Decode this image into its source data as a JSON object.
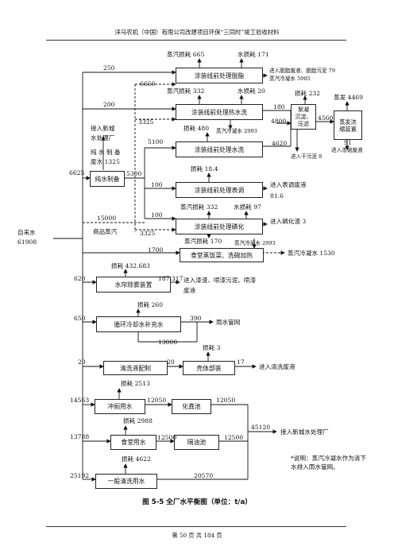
{
  "header": "洋马农机（中国）有限公司改建项目环保“三同时”竣工验收材料",
  "caption": "图 5-5  全厂水平衡图（单位：t/a）",
  "footer": "第  50  页  共  184  页",
  "source": {
    "label": "自来水",
    "value": "61908"
  },
  "boxes": {
    "degrease": "涂装线前处理脱脂",
    "hotwash": "涂装线前处理热水洗",
    "waterwash": "涂装线前处理水洗",
    "surface": "涂装线前处理表调",
    "phosphate": "涂装线前处理磷化",
    "canteen_steam": "食堂蒸饭菜、洗碗加热",
    "pure": "纯水制备",
    "coagulate": "絮凝\n沉淀、\n压滤",
    "evaporate": "蒸发浓\n缩装置",
    "paint_mist": "水帘除雾装置",
    "cooling": "循环冷却水补充水",
    "cleaner": "清洗液配制",
    "shell": "壳体部装",
    "toilet": "冲厕用水",
    "septic": "化粪池",
    "canteen_water": "食堂用水",
    "grease_trap": "隔油池",
    "general_clean": "一般清洗用水"
  },
  "labels": {
    "l250": "250",
    "l200": "200",
    "l6650": "6650",
    "l3325a": "3325",
    "l6625": "6625",
    "l5300": "5300",
    "l5100": "5100",
    "l15000": "15000",
    "steam_src": "商品蒸汽",
    "l100a": "100",
    "l100b": "100",
    "l3325b": "3325",
    "l1700": "1700",
    "new_city_1": "接入新城",
    "new_city_2": "水处理厂",
    "pure_waste_1": "纯 水 制 备",
    "pure_waste_2": "废水  1325",
    "steam_loss_665": "蒸汽损耗 665",
    "water_loss_171": "水损耗 171",
    "out_degrease_1": "进入脱脂废液、脱脂污泥 79",
    "out_degrease_2": "蒸汽冷凝水 5985",
    "steam_loss_332a": "蒸汽损耗 332",
    "water_loss_20": "水损耗 20",
    "l180": "180",
    "cond_2993a": "蒸汽冷凝水 2993",
    "loss_480": "损耗 480",
    "l4620": "4620",
    "l4800": "4800",
    "loss_232": "损耗 232",
    "l4560": "4560",
    "evap_4469": "蒸发 4469",
    "l91": "91",
    "to_conc": "进入浓缩废液",
    "to_dry_sludge": "进入干污泥 8",
    "loss_18_4": "损耗 18.4",
    "out_surface": "进入表调废液",
    "l81_6": "81.6",
    "steam_loss_332b": "蒸汽损耗 332",
    "water_loss_97": "水损耗 97",
    "out_phosphate": "进入磷化渣 3",
    "steam_loss_170": "蒸汽损耗 170",
    "cond_2993b": "蒸汽冷凝水 2993",
    "cond_1530": "蒸汽冷凝水 1530",
    "loss_432": "损耗 432.683",
    "l620": "620",
    "l187": "187.317",
    "out_paint_1": "进入漆渣、喷漆污泥、喷漆",
    "out_paint_2": "废液",
    "loss_260": "损耗 260",
    "l650": "650",
    "l390": "390",
    "rain_pipe": "雨水管网",
    "l13000": "13000",
    "loss_3": "损耗 3",
    "l20a": "20",
    "l20b": "20",
    "l17": "17",
    "out_cleaning": "进入清洗废液",
    "loss_2513": "损耗 2513",
    "l14563": "14563",
    "l12050a": "12050",
    "l12050b": "12050",
    "loss_2988": "损耗 2988",
    "l13788": "13788",
    "l12500a": "12500",
    "l12500b": "12500",
    "l45120": "45120",
    "to_new_city": "接入新城水处理厂",
    "loss_4622": "损耗 4622",
    "l25192": "25192",
    "l20570": "20570"
  },
  "note": "*说明：蒸汽冷凝水作为清下水排入雨水管网。"
}
